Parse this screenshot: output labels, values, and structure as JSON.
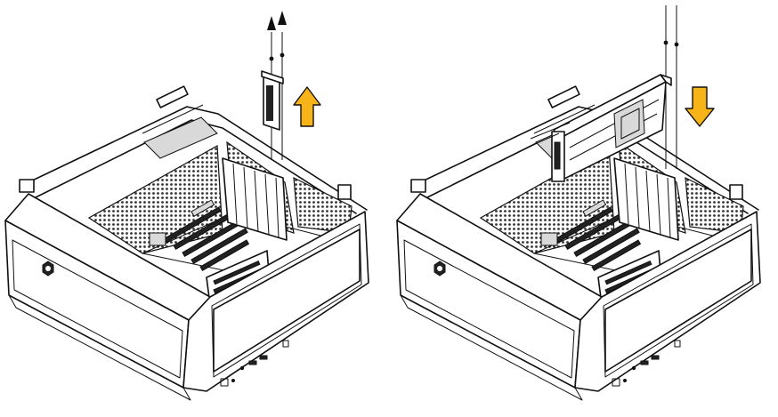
{
  "figure": {
    "panels": [
      {
        "step": "remove-expansion-slot-covers",
        "arrow_direction": "up"
      },
      {
        "step": "install-expansion-card",
        "arrow_direction": "down"
      }
    ],
    "colors": {
      "arrow": "#f7b418",
      "line": "#111111",
      "mesh": "#333333",
      "background": "#ffffff"
    }
  }
}
